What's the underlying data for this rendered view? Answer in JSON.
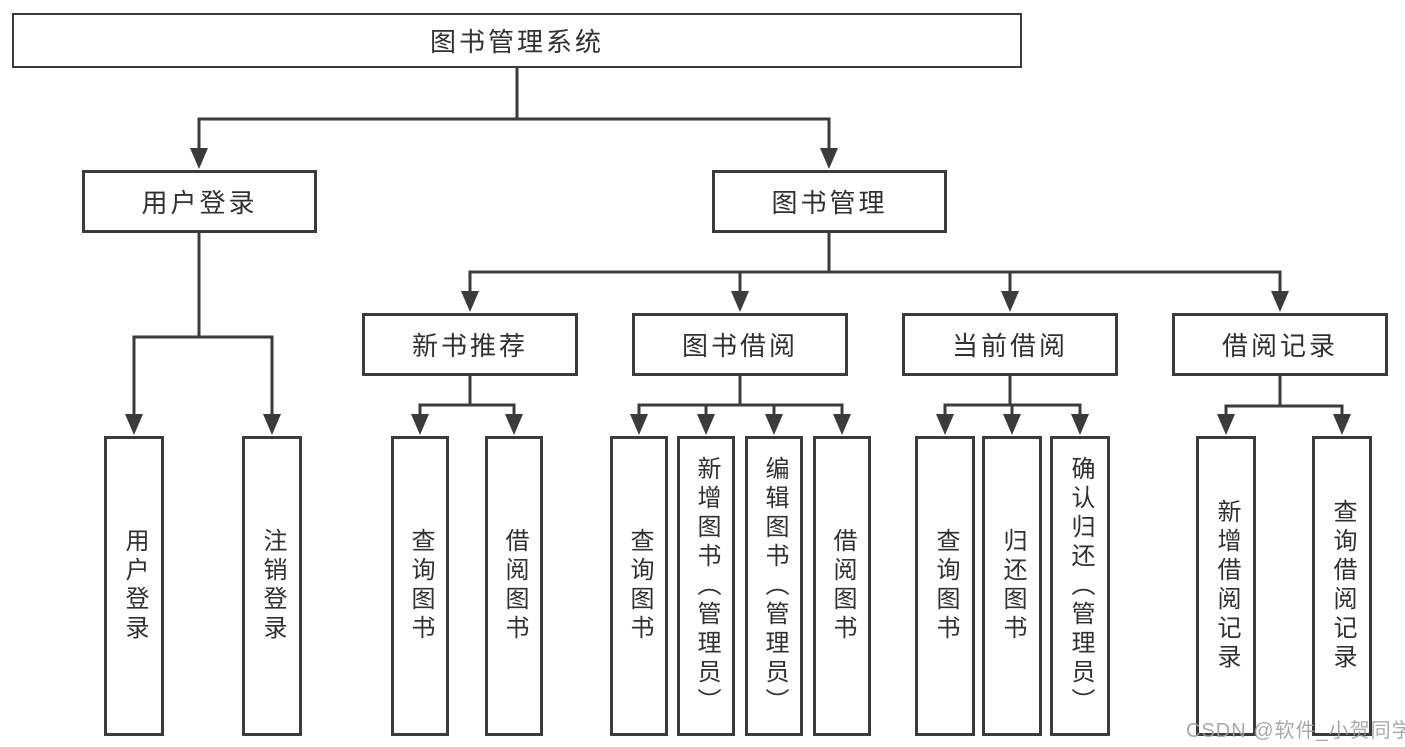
{
  "diagram": {
    "title_node": {
      "label": "图书管理系统"
    },
    "level2": [
      {
        "label": "用户登录"
      },
      {
        "label": "图书管理"
      }
    ],
    "level3": [
      {
        "label": "新书推荐"
      },
      {
        "label": "图书借阅"
      },
      {
        "label": "当前借阅"
      },
      {
        "label": "借阅记录"
      }
    ],
    "leaves": [
      {
        "label": "用户登录"
      },
      {
        "label": "注销登录"
      },
      {
        "label": "查询图书"
      },
      {
        "label": "借阅图书"
      },
      {
        "label": "查询图书"
      },
      {
        "label": "新增图书（管理员）"
      },
      {
        "label": "编辑图书（管理员）"
      },
      {
        "label": "借阅图书"
      },
      {
        "label": "查询图书"
      },
      {
        "label": "归还图书"
      },
      {
        "label": "确认归还（管理员）"
      },
      {
        "label": "新增借阅记录"
      },
      {
        "label": "查询借阅记录"
      }
    ]
  },
  "watermark": {
    "text": "CSDN @软件_小贺同学"
  },
  "colors": {
    "line": "#3b3b3b",
    "text": "#303030",
    "watermark": "#9e9e9e",
    "background": "#ffffff"
  }
}
